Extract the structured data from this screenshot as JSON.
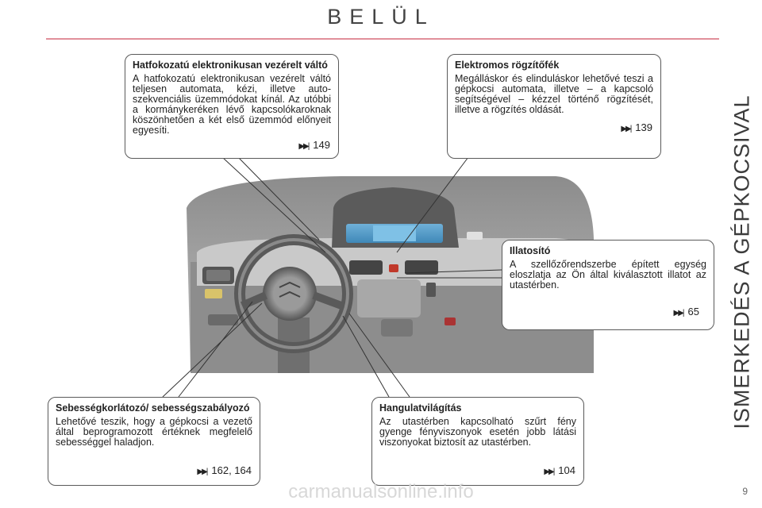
{
  "header": {
    "title": "BELÜL"
  },
  "side_title": "ISMERKEDÉS A GÉPKOCSIVAL",
  "boxes": {
    "gearbox": {
      "title": "Hatfokozatú elektronikusan vezérelt váltó",
      "text": "A hatfokozatú elektronikusan vezérelt váltó teljesen automata, kézi, illetve auto-szekvenciális üzemmódokat kínál. Az utóbbi a kormánykeréken lévő kapcsolókaroknak köszönhetően a két első üzemmód előnyeit egyesíti.",
      "ref": "149"
    },
    "parking_brake": {
      "title": "Elektromos rögzítőfék",
      "text": "Megálláskor és elinduláskor lehetővé teszi a gépkocsi automata, illetve – a kapcsoló segítségével – kézzel történő rögzítését, illetve a rögzítés oldását.",
      "ref": "139"
    },
    "perfume": {
      "title": "Illatosító",
      "text": "A szellőzőrendszerbe épített egység eloszlatja az Ön által kiválasztott illatot az utastérben.",
      "ref": "65"
    },
    "speed_limiter": {
      "title": "Sebességkorlátozó/ sebességszabályozó",
      "text": "Lehetővé teszik, hogy a gépkocsi a vezető által beprogramozott értéknek megfelelő sebességgel haladjon.",
      "ref": "162, 164"
    },
    "ambient_light": {
      "title": "Hangulatvilágítás",
      "text": "Az utastérben kapcsolható szűrt fény gyenge fényviszonyok esetén jobb látási viszonyokat biztosít az utastérben.",
      "ref": "104"
    }
  },
  "ref_icon": "fast-forward-icon",
  "page_number": "9",
  "watermark": "carmanualsonline.info"
}
